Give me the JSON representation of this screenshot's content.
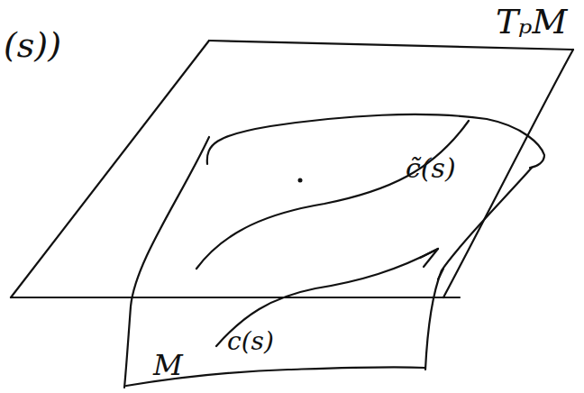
{
  "diagram": {
    "labels": [
      "(s))",
      "TₚM",
      "c̃(s)",
      "c(s)",
      "M"
    ]
  }
}
